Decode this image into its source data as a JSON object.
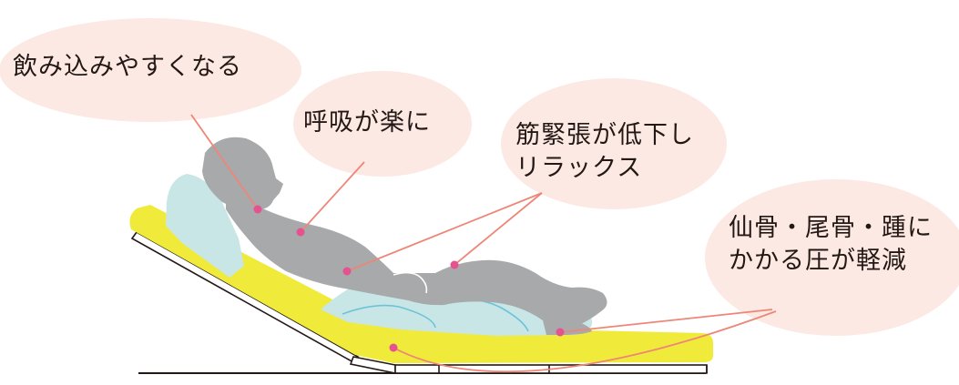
{
  "callouts": {
    "swallow": {
      "lines": [
        "飲み込みやすくなる"
      ]
    },
    "breathing": {
      "lines": [
        "呼吸が楽に"
      ]
    },
    "muscle": {
      "lines": [
        "筋緊張が低下し",
        "リラックス"
      ]
    },
    "pressure": {
      "lines": [
        "仙骨・尾骨・踵に",
        "かかる圧が軽減"
      ]
    }
  },
  "colors": {
    "bubble": "#fce9e3",
    "leader": "#ee8678",
    "dot": "#e4528f",
    "mattress": "#f0ea3a",
    "figure": "#a7a9ab",
    "pillow": "#c9e6e6",
    "pillow_outline": "#6cc3d9",
    "bed_frame": "#231815"
  }
}
